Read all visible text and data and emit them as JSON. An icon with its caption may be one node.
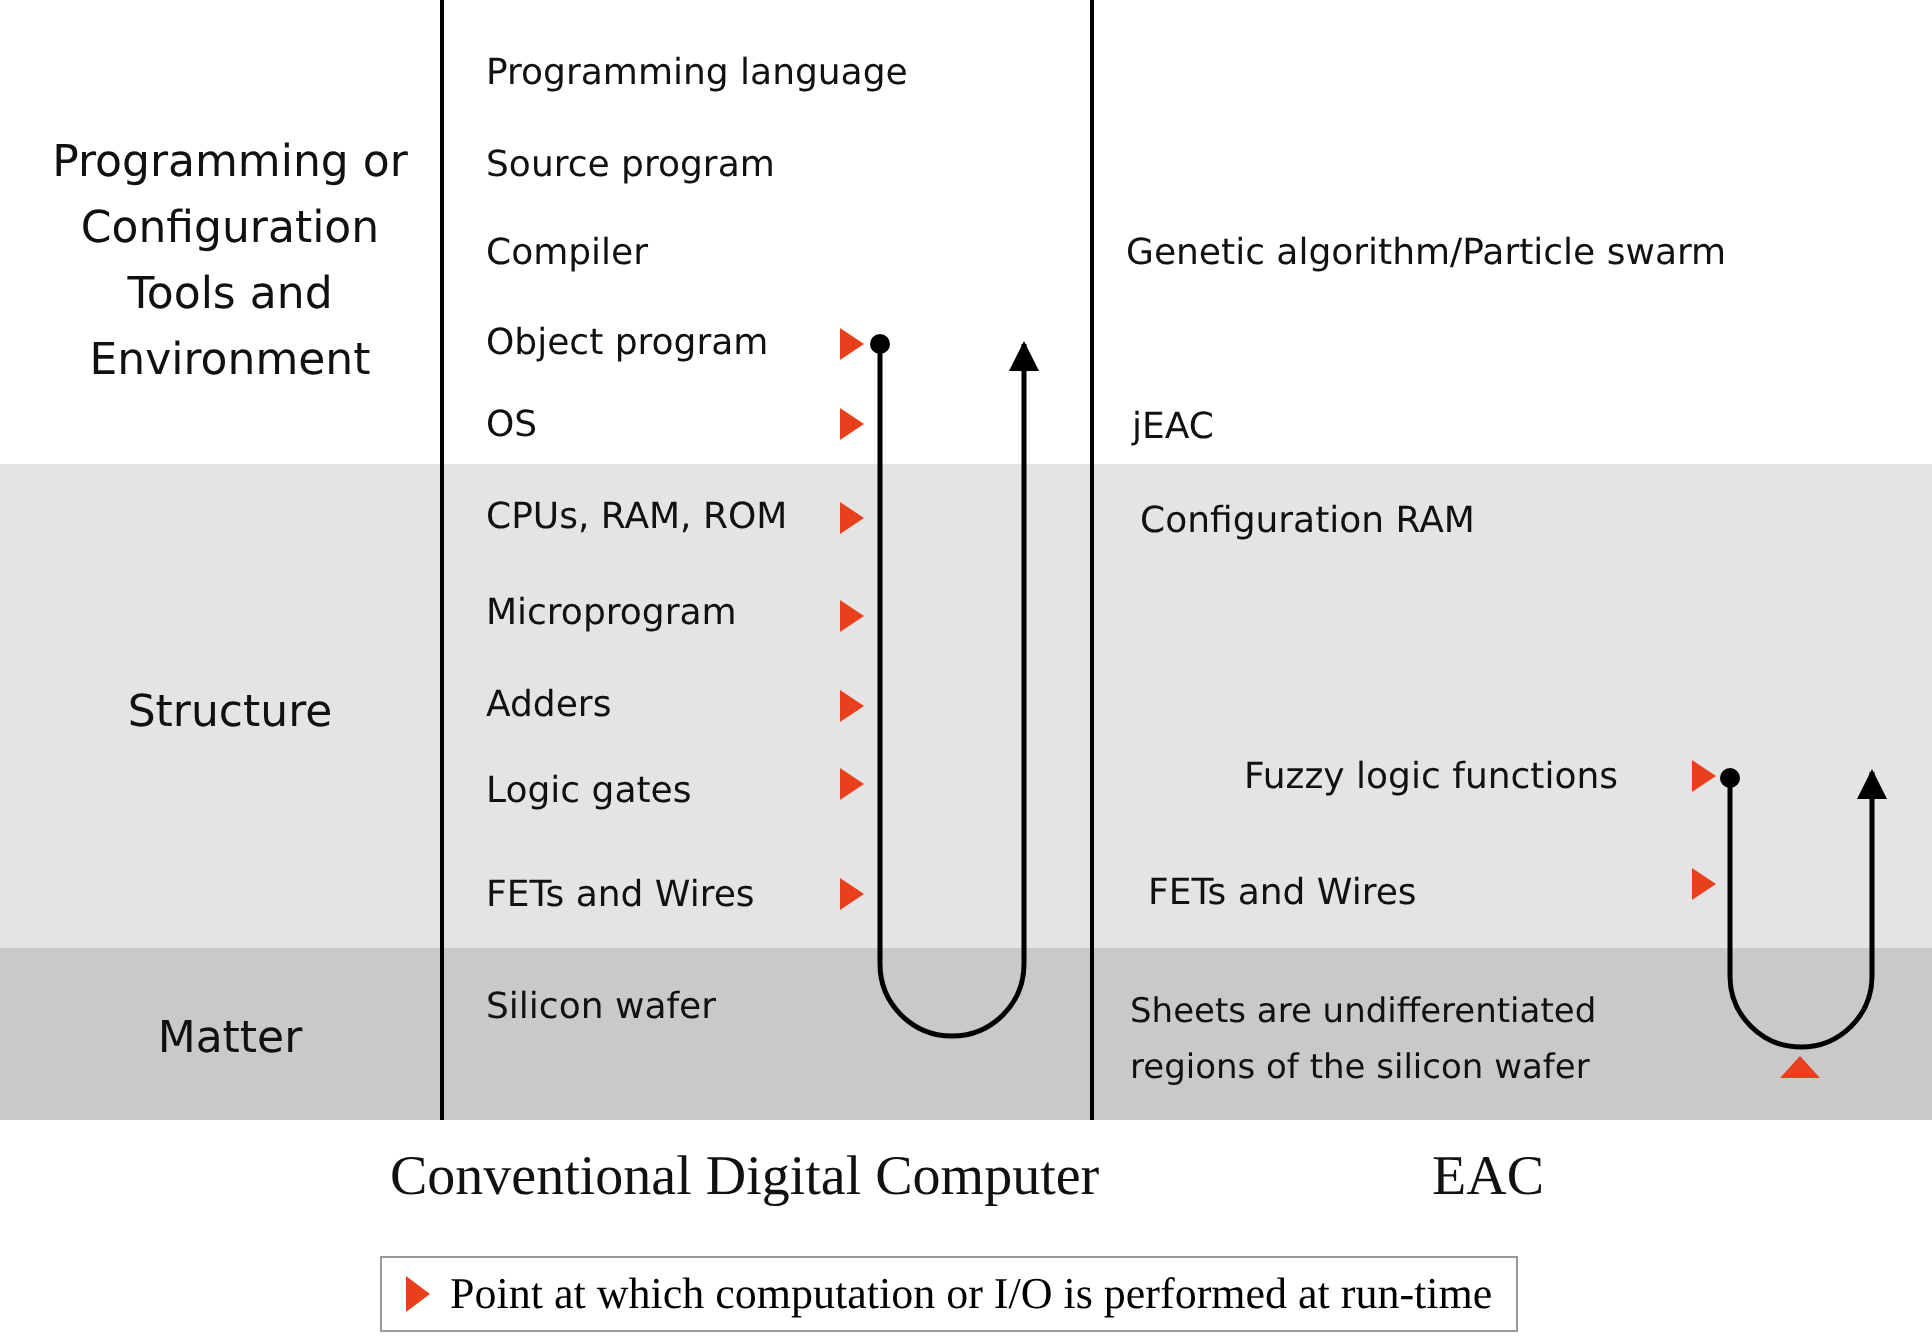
{
  "diagram": {
    "nodes": [
      {
        "text": [
          "Programming or Configuration Tools and Environment"
        ]
      },
      {
        "text": [
          "Programming language"
        ],
        "in": 0
      },
      {
        "text": [
          "Source program"
        ],
        "in": 0
      },
      {
        "text": [
          "Compiler"
        ],
        "in": 0
      },
      {
        "text": [
          "Object program"
        ],
        "in": 0
      },
      {
        "text": [
          "OS"
        ],
        "in": 0
      },
      {
        "text": [
          "Genetic algorithm/Particle swarm"
        ],
        "in": 0
      },
      {
        "text": [
          "jEAC"
        ],
        "in": 0
      },
      {
        "text": [
          "Structure"
        ]
      },
      {
        "text": [
          "CPUs, RAM, ROM"
        ],
        "in": 8
      },
      {
        "text": [
          "Microprogram"
        ],
        "in": 8
      },
      {
        "text": [
          "Adders"
        ],
        "in": 8
      },
      {
        "text": [
          "Logic gates"
        ],
        "in": 8
      },
      {
        "text": [
          "FETs and Wires"
        ],
        "in": 8
      },
      {
        "text": [
          "Configuration RAM"
        ],
        "in": 8
      },
      {
        "text": [
          "Fuzzy logic functions"
        ],
        "in": 8
      },
      {
        "text": [
          "FETs and Wires"
        ],
        "in": 8
      },
      {
        "text": [
          "Matter"
        ]
      },
      {
        "text": [
          "Silicon wafer"
        ],
        "in": 17
      },
      {
        "text": [
          "Sheets are undifferentiated regions of the silicon wafer"
        ],
        "in": 17
      }
    ],
    "edges": [
      {
        "from": 4,
        "to": null,
        "arrow": "to"
      },
      {
        "from": 15,
        "to": null,
        "arrow": "to"
      }
    ],
    "labels": [
      "Conventional Digital Computer",
      "EAC"
    ],
    "legend": [
      {
        "text": "Point at which computation or I/O is performed at run-time",
        "color": "#e8401c"
      }
    ]
  }
}
